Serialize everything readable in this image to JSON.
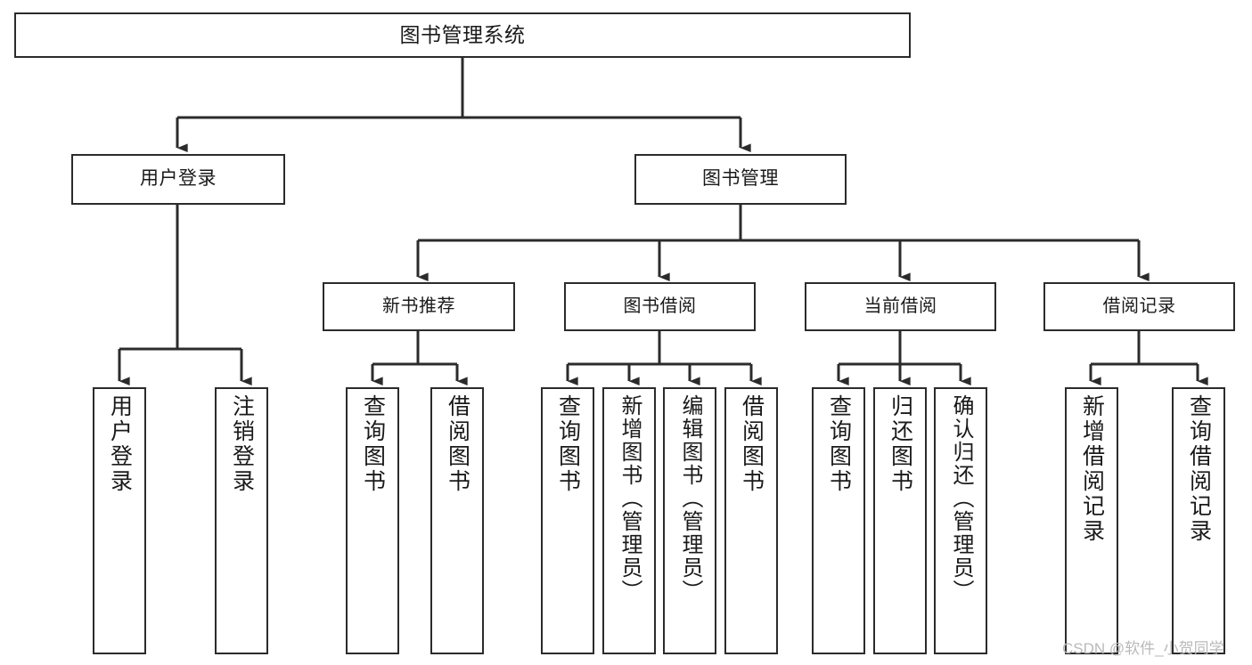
{
  "diagram": {
    "kind": "function-structure-tree",
    "title": "图书管理系统",
    "background": "#ffffff",
    "line_color": "#2b2b2b",
    "text_color": "#1a1a1a",
    "root": {
      "label": "图书管理系统"
    },
    "level1": [
      {
        "label": "用户登录"
      },
      {
        "label": "图书管理"
      }
    ],
    "level2": [
      {
        "label": "新书推荐"
      },
      {
        "label": "图书借阅"
      },
      {
        "label": "当前借阅"
      },
      {
        "label": "借阅记录"
      }
    ],
    "leaves": [
      {
        "label": "用户登录"
      },
      {
        "label": "注销登录"
      },
      {
        "label": "查询图书"
      },
      {
        "label": "借阅图书"
      },
      {
        "label": "查询图书"
      },
      {
        "label": "新增图书（管理员）"
      },
      {
        "label": "编辑图书（管理员）"
      },
      {
        "label": "借阅图书"
      },
      {
        "label": "查询图书"
      },
      {
        "label": "归还图书"
      },
      {
        "label": "确认归还（管理员）"
      },
      {
        "label": "新增借阅记录"
      },
      {
        "label": "查询借阅记录"
      }
    ]
  },
  "watermark": {
    "text": "CSDN @软件_小贺同学",
    "color": "#b9b9b9"
  }
}
